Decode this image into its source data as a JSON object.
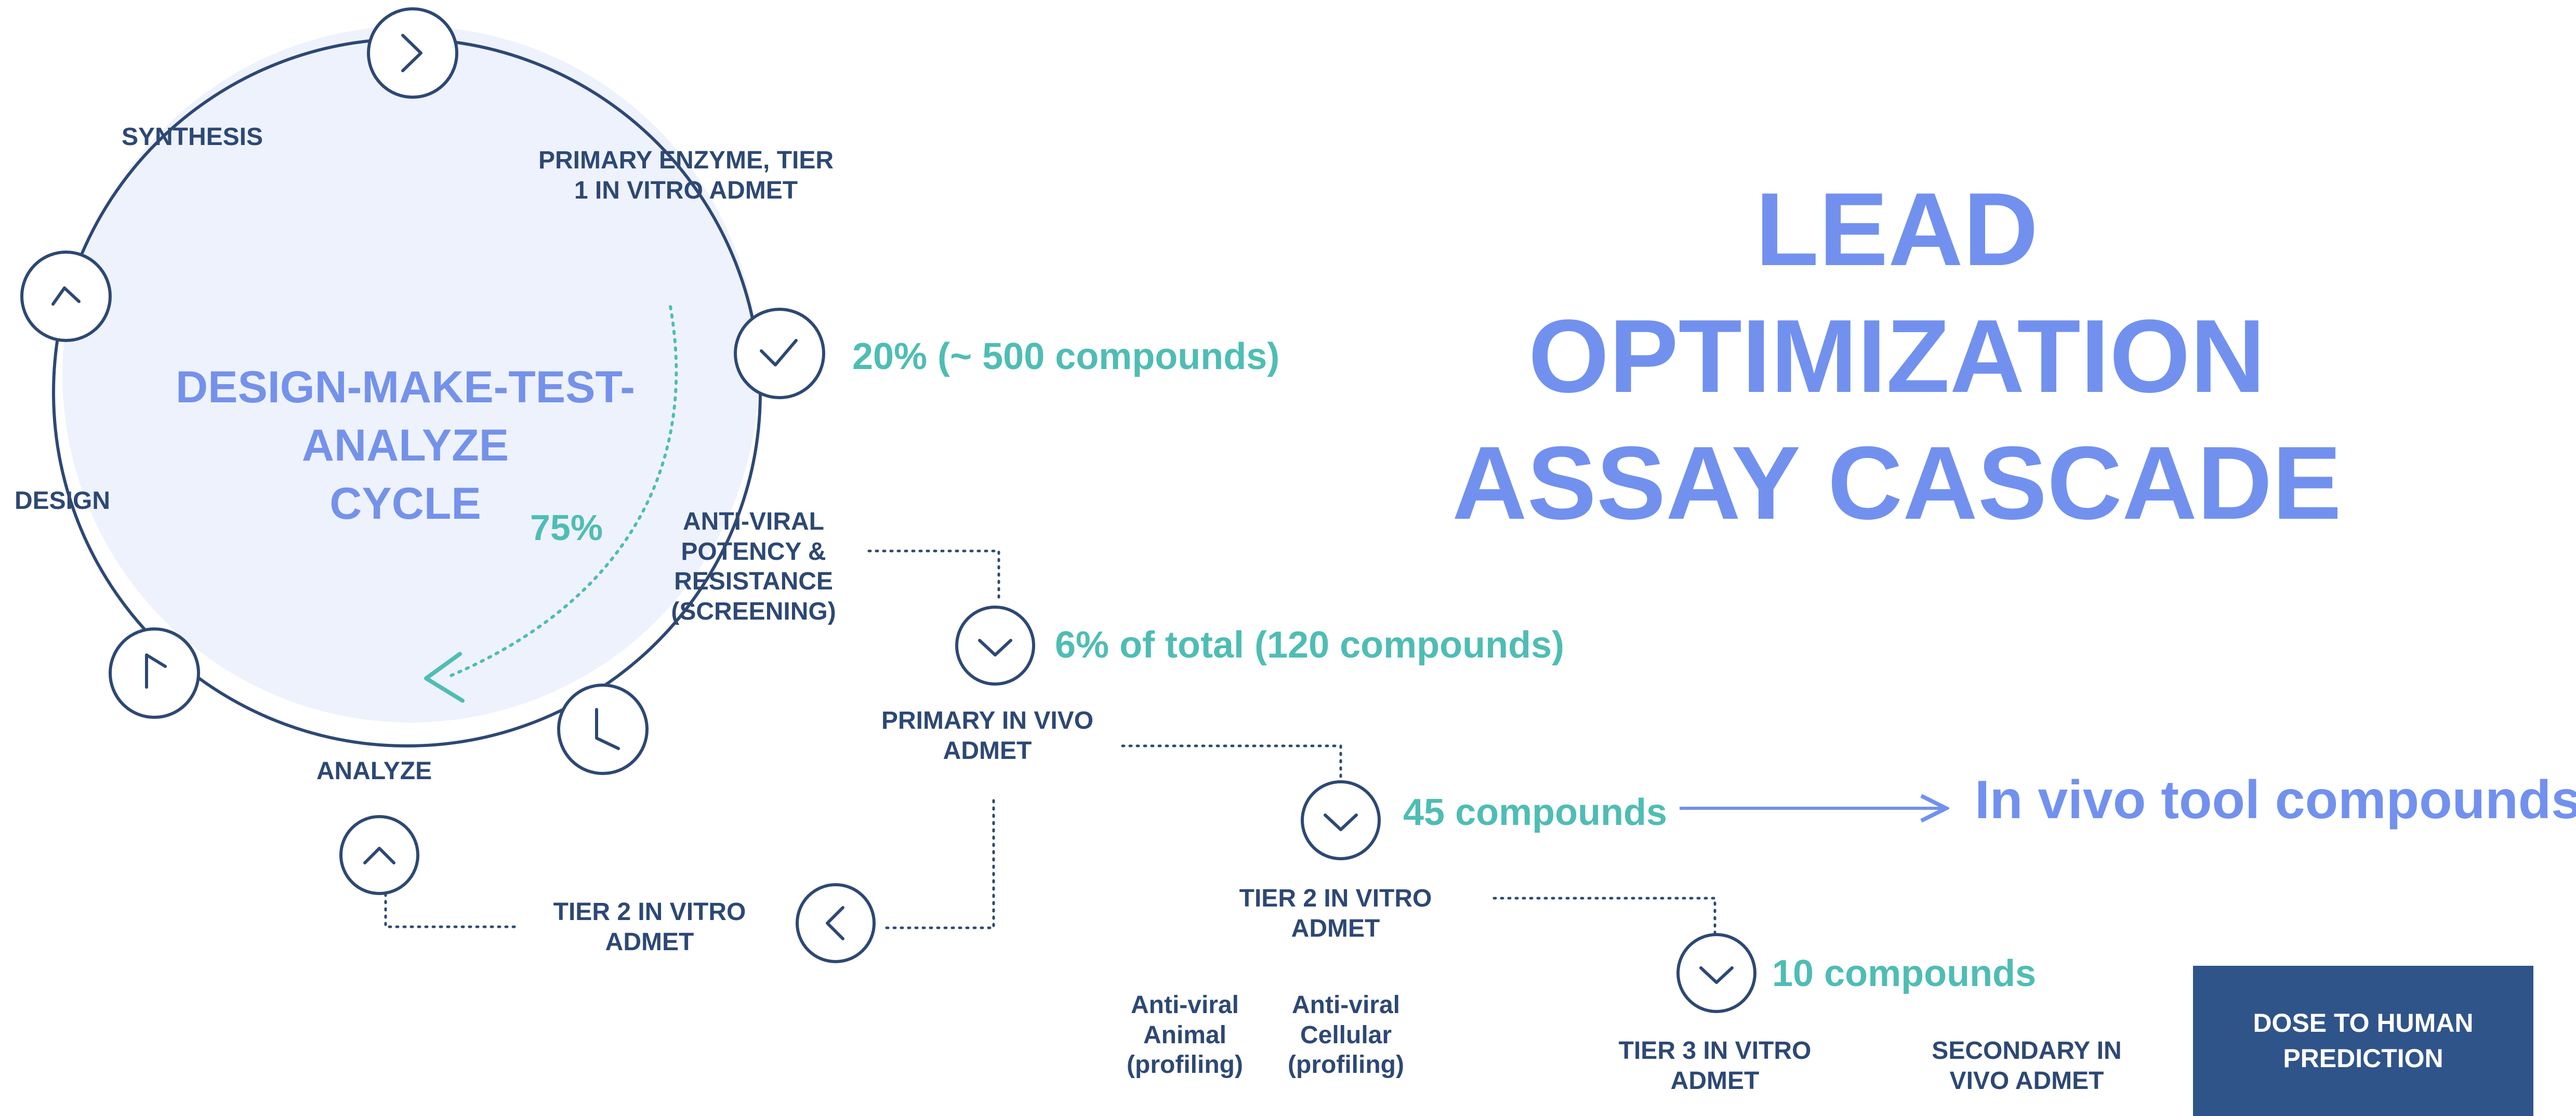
{
  "cycle": {
    "title_line1": "DESIGN-MAKE-TEST-",
    "title_line2": "ANALYZE",
    "title_line3": "CYCLE",
    "percent_label": "75%",
    "stages": {
      "synthesis": "SYNTHESIS",
      "primary_line1": "PRIMARY ENZYME, TIER",
      "primary_line2": "1 IN VITRO ADMET",
      "design": "DESIGN",
      "analyze": "ANALYZE"
    }
  },
  "cascade": {
    "step1_percent": "20% (~ 500 compounds)",
    "antiviral": {
      "line1": "ANTI-VIRAL",
      "line2": "POTENCY &",
      "line3": "RESISTANCE",
      "line4": "(SCREENING)"
    },
    "step2_percent": "6% of total (120 compounds)",
    "primary_invivo": {
      "line1": "PRIMARY IN VIVO",
      "line2": "ADMET"
    },
    "tier2_left": {
      "line1": "TIER 2 IN VITRO",
      "line2": "ADMET"
    },
    "step3_count": "45 compounds",
    "tool_compounds": "In vivo tool compounds",
    "tier2_right": {
      "line1": "TIER 2 IN VITRO",
      "line2": "ADMET"
    },
    "antiviral_animal": {
      "line1": "Anti-viral",
      "line2": "Animal",
      "line3": "(profiling)"
    },
    "antiviral_cellular": {
      "line1": "Anti-viral",
      "line2": "Cellular",
      "line3": "(profiling)"
    },
    "step4_count": "10  compounds",
    "tier3": {
      "line1": "TIER 3 IN VITRO",
      "line2": "ADMET"
    },
    "secondary_invivo": {
      "line1": "SECONDARY IN",
      "line2": "VIVO ADMET"
    },
    "dose_box": {
      "line1": "DOSE TO HUMAN",
      "line2": "PREDICTION"
    }
  },
  "headline": {
    "line1": "LEAD",
    "line2": "OPTIMIZATION",
    "line3": "ASSAY CASCADE"
  },
  "colors": {
    "navy": "#2d4874",
    "periwinkle": "#7291ee",
    "teal": "#4fbdb4",
    "circle_fill": "#eef2fd",
    "box_fill": "#2f548a"
  },
  "icons": [
    "chevron-right-icon",
    "check-icon",
    "chevron-up-icon",
    "chevron-left-icon",
    "clock-icon"
  ]
}
